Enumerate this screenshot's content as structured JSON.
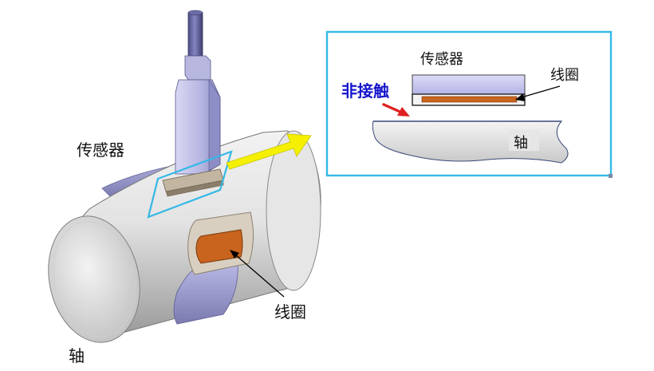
{
  "labels": {
    "sensor_main": "传感器",
    "shaft_main": "轴",
    "coil_main": "线圈",
    "sensor_detail": "传感器",
    "coil_detail": "线圈",
    "non_contact": "非接触",
    "shaft_detail": "轴"
  },
  "colors": {
    "highlight_frame": "#35b8e6",
    "transfer_arrow": "#f4f000",
    "non_contact_arrow": "#e02020",
    "coil": "#c8641e",
    "sensor_body": "#c8c8f0",
    "non_contact_text": "#1515cc"
  },
  "icons": {
    "transfer_arrow": "yellow-arrow-icon",
    "non_contact_arrow": "red-arrow-icon"
  }
}
